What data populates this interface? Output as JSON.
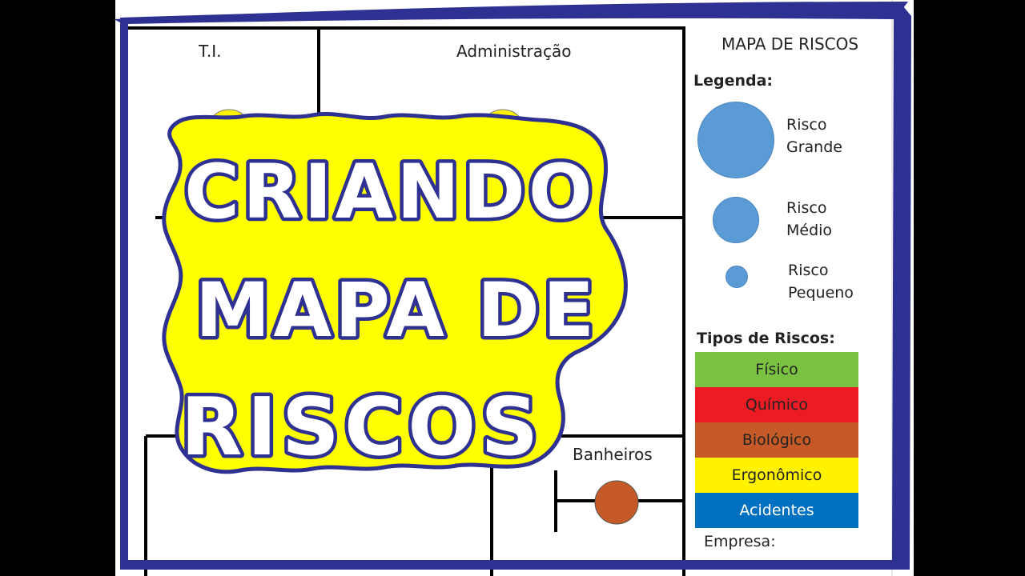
{
  "floor_plan": {
    "rooms": [
      {
        "label": "T.I."
      },
      {
        "label": "Administração"
      },
      {
        "label": "Banheiros"
      }
    ]
  },
  "legend": {
    "title": "MAPA DE RISCOS",
    "legenda_heading": "Legenda:",
    "sizes": [
      {
        "line1": "Risco",
        "line2": "Grande",
        "color": "#5b9bd5"
      },
      {
        "line1": "Risco",
        "line2": "Médio",
        "color": "#5b9bd5"
      },
      {
        "line1": "Risco",
        "line2": "Pequeno",
        "color": "#5b9bd5"
      }
    ],
    "types_heading": "Tipos de Riscos:",
    "types": [
      {
        "label": "Físico",
        "color": "#7cc242",
        "text_color": "#222222"
      },
      {
        "label": "Químico",
        "color": "#ed1c24",
        "text_color": "#222222"
      },
      {
        "label": "Biológico",
        "color": "#c55a28",
        "text_color": "#222222"
      },
      {
        "label": "Ergonômico",
        "color": "#fff200",
        "text_color": "#222222"
      },
      {
        "label": "Acidentes",
        "color": "#0070c0",
        "text_color": "#ffffff"
      }
    ],
    "empresa_label": "Empresa:"
  },
  "banner": {
    "lines": [
      "CRIANDO",
      "MAPA DE",
      "RISCOS"
    ],
    "fill_color": "#ffff00",
    "outline_color": "#2e3192"
  },
  "frame_color": "#2e3192"
}
